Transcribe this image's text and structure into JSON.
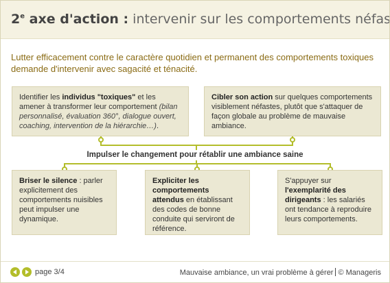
{
  "title": {
    "bold_main": "2",
    "bold_sup": "e",
    "bold_rest": " axe d'action :",
    "rest": " intervenir sur les comportements néfastes."
  },
  "intro": "Lutter efficacement contre le caractère quotidien et permanent des comportements toxiques demande d'intervenir avec sagacité et ténacité.",
  "boxes": {
    "top_left": {
      "t1": "Identifier les ",
      "b1": "individus \"toxiques\"",
      "t2": " et les amener à transformer leur comportement ",
      "i1": "(bilan personnalisé, évaluation 360°, dialogue ouvert, coaching, intervention de la hiérarchie…)",
      "t3": "."
    },
    "top_right": {
      "b1": "Cibler son action",
      "t1": " sur quelques comportements visiblement néfastes, plutôt que s'attaquer de façon globale au problème de mauvaise ambiance."
    },
    "center_label": "Impulser le changement pour rétablir une ambiance saine",
    "bottom_left": {
      "b1": "Briser le silence",
      "t1": " : parler explicitement des comportements nuisibles peut impulser une dynamique."
    },
    "bottom_mid": {
      "b1": "Expliciter les comportements attendus",
      "t1": " en établissant des codes de bonne conduite qui serviront de référence."
    },
    "bottom_right": {
      "t1": "S'appuyer sur ",
      "b1": "l'exemplarité des dirigeants",
      "t2": " : les salariés ont tendance à reproduire leurs comportements."
    }
  },
  "footer": {
    "page": "page 3/4",
    "doc_title": "Mauvaise ambiance, un vrai problème à gérer",
    "copyright": "© Manageris",
    "prev_icon": "arrow-left-icon",
    "next_icon": "arrow-right-icon"
  },
  "colors": {
    "accent": "#b3bd2a",
    "intro_text": "#8a6b14",
    "box_bg": "#ebe8d3",
    "title_bg": "#f5f2e2"
  }
}
